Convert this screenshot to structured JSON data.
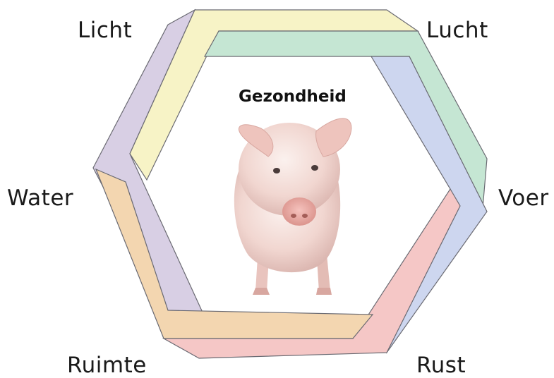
{
  "diagram": {
    "center_title": "Gezondheid",
    "center_image": "pig",
    "segments": [
      {
        "label": "Licht",
        "color": "#f7f3c6"
      },
      {
        "label": "Lucht",
        "color": "#c5e6d3"
      },
      {
        "label": "Voer",
        "color": "#cdd6ef"
      },
      {
        "label": "Rust",
        "color": "#f5c7c6"
      },
      {
        "label": "Ruimte",
        "color": "#f3d6b0"
      },
      {
        "label": "Water",
        "color": "#d8cfe4"
      }
    ]
  }
}
